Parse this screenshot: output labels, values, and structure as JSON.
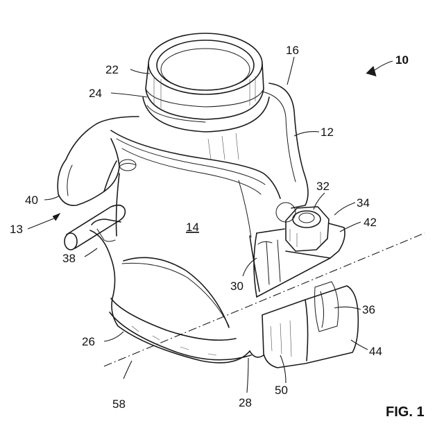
{
  "figure": {
    "label": "FIG. 1"
  },
  "reference_numerals": {
    "n10": "10",
    "n12": "12",
    "n13": "13",
    "n14": "14",
    "n16": "16",
    "n22": "22",
    "n24": "24",
    "n26": "26",
    "n28": "28",
    "n30": "30",
    "n32": "32",
    "n34": "34",
    "n36": "36",
    "n38": "38",
    "n40": "40",
    "n42": "42",
    "n44": "44",
    "n50": "50",
    "n58": "58"
  }
}
